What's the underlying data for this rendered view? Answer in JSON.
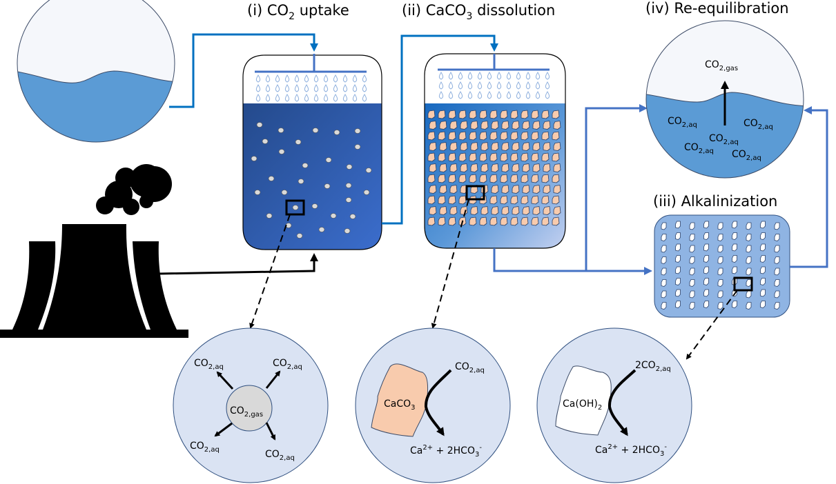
{
  "titles": {
    "stage1": {
      "prefix": "(i) CO",
      "sub": "2",
      "suffix": " uptake"
    },
    "stage2": {
      "prefix": "(ii) CaCO",
      "sub": "3",
      "suffix": " dissolution"
    },
    "stage3": {
      "text": "(iii) Alkalinization"
    },
    "stage4": {
      "text": "(iv) Re-equilibration"
    }
  },
  "reequilibration": {
    "gas": {
      "main": "CO",
      "sub": "2,gas"
    },
    "aq_labels": [
      {
        "main": "CO",
        "sub": "2,aq"
      },
      {
        "main": "CO",
        "sub": "2,aq"
      },
      {
        "main": "CO",
        "sub": "2,aq"
      },
      {
        "main": "CO",
        "sub": "2,aq"
      },
      {
        "main": "CO",
        "sub": "2,aq"
      }
    ]
  },
  "detail_uptake": {
    "center": {
      "main": "CO",
      "sub": "2,gas"
    },
    "products": [
      {
        "main": "CO",
        "sub": "2,aq"
      },
      {
        "main": "CO",
        "sub": "2,aq"
      },
      {
        "main": "CO",
        "sub": "2,aq"
      },
      {
        "main": "CO",
        "sub": "2,aq"
      }
    ]
  },
  "detail_dissolution": {
    "mineral": {
      "main": "CaCO",
      "sub": "3"
    },
    "reactant": {
      "main": "CO",
      "sub": "2,aq"
    },
    "product": {
      "a": "Ca",
      "a_sup": "2+",
      "b": " + 2HCO",
      "b_sub": "3",
      "b_sup": "-"
    }
  },
  "detail_alkalinization": {
    "mineral": {
      "main": "Ca(OH)",
      "sub": "2"
    },
    "reactant": {
      "main": "2CO",
      "sub": "2,aq"
    },
    "product": {
      "a": "Ca",
      "a_sup": "2+",
      "b": " + 2HCO",
      "b_sub": "3",
      "b_sup": "-"
    }
  },
  "icons": [
    "ocean-reservoir-icon",
    "power-plant-icon",
    "smoke-icon",
    "spray-nozzle-icon",
    "droplet-icon",
    "gas-bubble-icon",
    "calcite-particle-icon",
    "lime-particle-icon",
    "zoom-box-icon"
  ],
  "colors": {
    "pipe_blue": "#0070c0",
    "pipe_blue_light": "#4472c4",
    "ocean_water": "#5b9bd5",
    "sky": "#f5f7fb",
    "tank1_dark": "#2a4f93",
    "tank1_light": "#3a6cc8",
    "tank2_top": "#1a6fc0",
    "tank2_bottom": "#b4c7ee",
    "calcite": "#f8cbad",
    "alk_tank": "#8fb4e3",
    "detail_circle": "#dae3f3",
    "bubble": "#d9d9d9"
  }
}
